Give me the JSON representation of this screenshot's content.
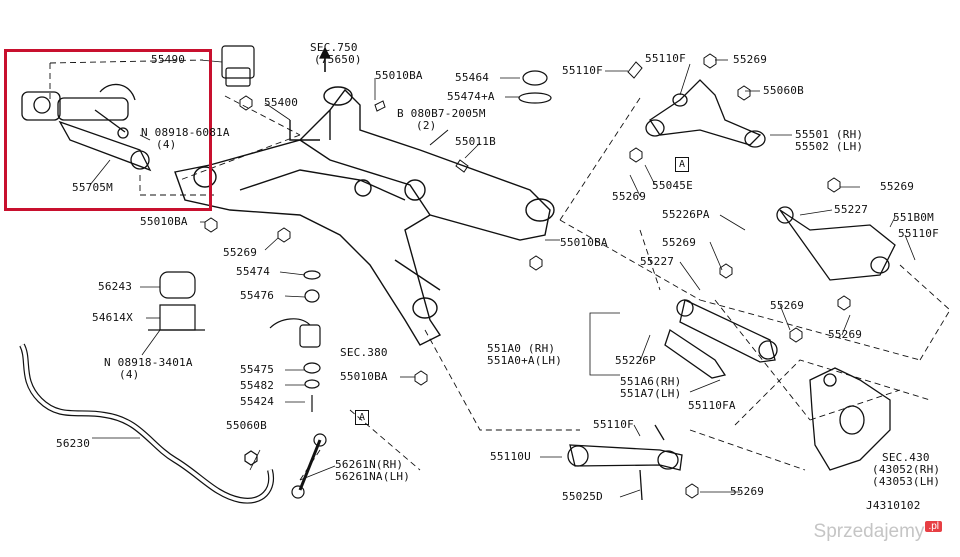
{
  "diagram": {
    "drawing_code": "J4310102",
    "parts": {
      "p55490": "55490",
      "p55400": "55400",
      "p55705M": "55705M",
      "p08918_6081A": "N 08918-6081A",
      "p08918_6081A_qty": "(4)",
      "p55010BA_a": "55010BA",
      "p55010BA_b": "55010BA",
      "p55010BA_c": "55010BA",
      "p55010BA_d": "55010BA",
      "p55269_a": "55269",
      "p55269_b": "55269",
      "p55269_c": "55269",
      "p55269_d": "55269",
      "p55269_e": "55269",
      "p55269_f": "55269",
      "p55269_g": "55269",
      "p55269_h": "55269",
      "sec750": "SEC.750",
      "sec750_ref": "(75650)",
      "p55464": "55464",
      "p55474A": "55474+A",
      "p080B7": "B 080B7-2005M",
      "p080B7_qty": "(2)",
      "p55011B": "55011B",
      "p55110F_a": "55110F",
      "p55110F_b": "55110F",
      "p55110F_c": "55110F",
      "p55060B_a": "55060B",
      "p55060B_b": "55060B",
      "p55501": "55501 (RH)",
      "p55502": "55502 (LH)",
      "p55045E": "55045E",
      "p55226PA": "55226PA",
      "p55227_a": "55227",
      "p55227_b": "55227",
      "p551B0M": "551B0M",
      "p56243": "56243",
      "p55474": "55474",
      "p55476": "55476",
      "p54614X": "54614X",
      "p08918_3401A": "N 08918-3401A",
      "p08918_3401A_qty": "(4)",
      "p55475": "55475",
      "p55482": "55482",
      "p55424": "55424",
      "sec380": "SEC.380",
      "p551A0": "551A0 (RH)",
      "p551A0A": "551A0+A(LH)",
      "p55226P": "55226P",
      "p551A6": "551A6(RH)",
      "p551A7": "551A7(LH)",
      "p55110FA": "55110FA",
      "p56230": "56230",
      "p55110U": "55110U",
      "p56261N": "56261N(RH)",
      "p56261NA": "56261NA(LH)",
      "p55025D": "55025D",
      "sec430": "SEC.430",
      "sec430_rh": "(43052(RH)",
      "sec430_lh": "(43053(LH)",
      "ref_a1": "A",
      "ref_a2": "A"
    },
    "highlight_color": "#c8102e",
    "line_color": "#111111"
  },
  "watermark": {
    "text": "Sprzedajemy",
    "badge": ".pl"
  }
}
